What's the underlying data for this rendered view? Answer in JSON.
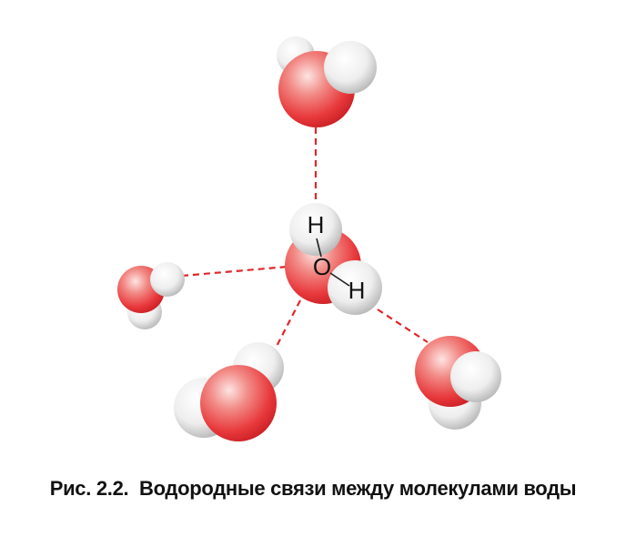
{
  "figure": {
    "atom_labels": {
      "hydrogen_top": "H",
      "oxygen": "O",
      "hydrogen_right": "H"
    },
    "caption": {
      "number": "Рис. 2.2.",
      "text": "Водородные связи между молекулами воды"
    }
  },
  "colors": {
    "oxygen": "#e8393c",
    "oxygen_highlight": "#fde4e2",
    "hydrogen": "#eeeeee",
    "hydrogen_shadow": "#9a9a9a",
    "hydrogen_bond": "#e0262a"
  },
  "icons": [
    "oxygen-atom",
    "hydrogen-atom",
    "hydrogen-bond-dashed-line"
  ]
}
